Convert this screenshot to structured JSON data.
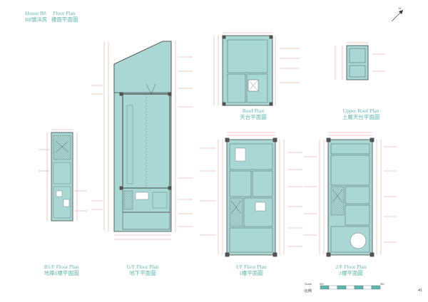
{
  "header": {
    "house": "House B8",
    "house_cn": "B8號洋房",
    "floor_plan": "Floor Plan",
    "floor_plan_cn": "樓面平面圖"
  },
  "plans": [
    {
      "en": "Roof Plan",
      "cn": "天台平面圖"
    },
    {
      "en": "Upper Roof Plan",
      "cn": "上層天台平面圖"
    },
    {
      "en": "B1/F Floor Plan",
      "cn": "地庫1樓平面圖"
    },
    {
      "en": "G/F Floor Plan",
      "cn": "地下平面圖"
    },
    {
      "en": "1/F Floor Plan",
      "cn": "1樓平面圖"
    },
    {
      "en": "2/F Floor Plan",
      "cn": "2樓平面圖"
    }
  ],
  "scale": {
    "label": "Scale",
    "label_cn": "比例",
    "start": "0M",
    "end": "5M"
  },
  "page_number": "41",
  "north_icon": "north-arrow-icon",
  "colors": {
    "room_fill": "#a9d8d4",
    "wall": "#444444",
    "dimension": "#d44a4a",
    "title": "#5fb8b0"
  }
}
